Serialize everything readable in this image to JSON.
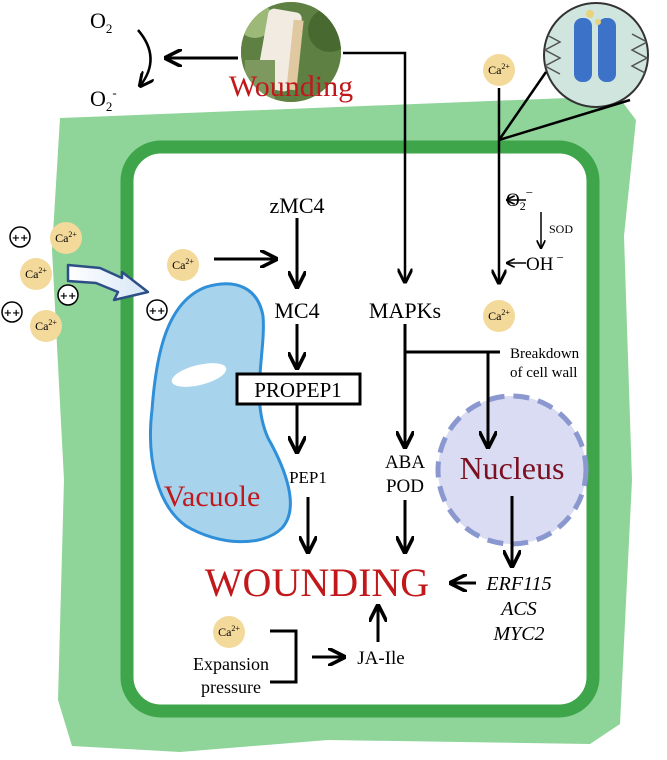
{
  "labels": {
    "o2": "O",
    "o2_sub": "2",
    "o2_radical": "O",
    "o2_radical_sub": "2",
    "o2_radical_sup": "-",
    "wounding_top": "Wounding",
    "zmc4": "zMC4",
    "mc4": "MC4",
    "propep1": "PROPEP1",
    "pep1": "PEP1",
    "vacuole": "Vacuole",
    "mapks": "MAPKs",
    "breakdown_line1": "Breakdown",
    "breakdown_line2": "of cell wall",
    "aba": "ABA",
    "pod": "POD",
    "nucleus": "Nucleus",
    "wounding_main": "WOUNDING",
    "erf115": "ERF115",
    "acs": "ACS",
    "myc2": "MYC2",
    "ja_ile": "JA-Ile",
    "expansion_line1": "Expansion",
    "expansion_line2": "pressure",
    "sod": "SOD",
    "ros_o2": "O",
    "ros_o2_sub": "2",
    "ros_o2_sup": "−",
    "oh": "OH",
    "oh_sup": "−",
    "ca": "Ca",
    "ca_sup": "2+",
    "plus_plus": "++"
  },
  "colors": {
    "outer_wall": "#8fd499",
    "inner_wall": "#3fa54b",
    "vacuole_fill": "#a8d3ec",
    "vacuole_stroke": "#2f8fd8",
    "nucleus_fill": "#d9dcf2",
    "nucleus_stroke": "#8a98cf",
    "calcium_fill": "#f3d99a",
    "red_text": "#c0181b",
    "dark_red_text": "#7a1020",
    "arrow": "#000000"
  }
}
